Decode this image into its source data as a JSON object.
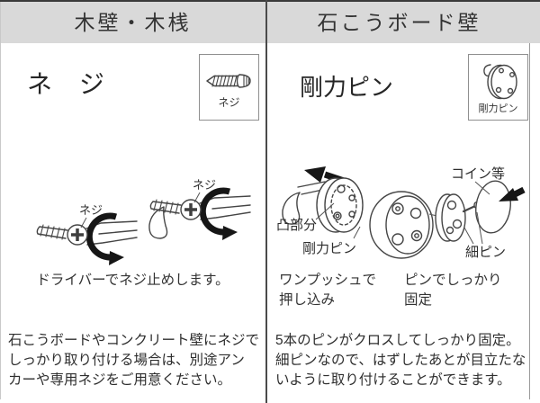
{
  "colors": {
    "header_bg": "#d9d9d9",
    "border_dark": "#3a3a3a",
    "divider": "#4a4a4a",
    "line_art": "#454545",
    "arrow_black": "#161616",
    "text": "#2e2e2e"
  },
  "panels": [
    {
      "header": "木壁・木桟",
      "title": "ネ　ジ",
      "icon": "screw-icon",
      "icon_label": "ネジ",
      "diagram_labels": {
        "screw_a": "ネジ",
        "screw_b": "ネジ"
      },
      "caption": "ドライバーでネジ止めします。",
      "note_lines": [
        "石こうボードやコンクリート壁にネジで",
        "しっかり取り付ける場合は、別途アン",
        "カーや専用ネジをご用意ください。"
      ]
    },
    {
      "header": "石こうボード壁",
      "title": "剛力ピン",
      "icon": "gouriki-pin-icon",
      "icon_label": "剛力ピン",
      "diagram_labels": {
        "convex_part": "凸部分",
        "gouriki_pin": "剛力ピン",
        "coin_etc": "コイン等",
        "thin_pin": "細ピン"
      },
      "captions": [
        {
          "lines": [
            "ワンプッシュで",
            "押し込み"
          ]
        },
        {
          "lines": [
            "ピンでしっかり",
            "固定"
          ]
        }
      ],
      "note_lines": [
        "5本のピンがクロスしてしっかり固定。",
        "細ピンなので、はずしたあとが目立たな",
        "いように取り付けることができます。"
      ]
    }
  ]
}
